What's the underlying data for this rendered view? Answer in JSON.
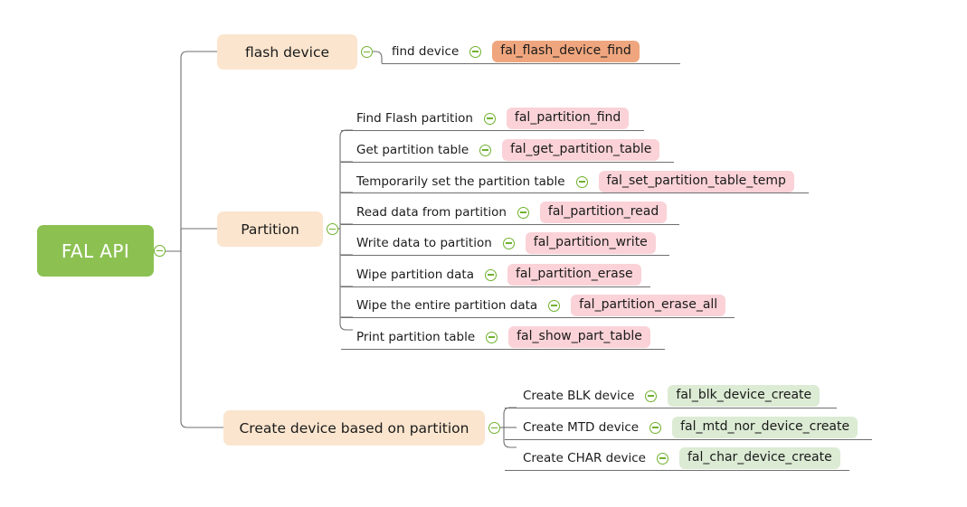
{
  "diagram": {
    "type": "mindmap",
    "title": "FAL API",
    "background": "#ffffff",
    "colors": {
      "root_fill": "#8CC152",
      "root_text": "#ffffff",
      "branch_fill": "#FBE5CE",
      "chip_orange": "#EFA67E",
      "chip_pink": "#FAD2D7",
      "chip_green": "#DCEBD4",
      "connector": "#6f6f6f",
      "collapse_icon": "#6FB12E"
    }
  },
  "root": {
    "label": "FAL API",
    "collapse_icon": "collapse-minus-icon"
  },
  "branches": [
    {
      "label": "flash device",
      "collapse_icon": "collapse-minus-icon",
      "chip_color": "orange",
      "children": [
        {
          "label": "find device",
          "tag": "fal_flash_device_find",
          "collapse_icon": "collapse-minus-icon"
        }
      ]
    },
    {
      "label": "Partition",
      "collapse_icon": "collapse-minus-icon",
      "chip_color": "pink",
      "children": [
        {
          "label": "Find Flash partition",
          "tag": "fal_partition_find",
          "collapse_icon": "collapse-minus-icon"
        },
        {
          "label": "Get partition table",
          "tag": "fal_get_partition_table",
          "collapse_icon": "collapse-minus-icon"
        },
        {
          "label": "Temporarily set the partition table",
          "tag": "fal_set_partition_table_temp",
          "collapse_icon": "collapse-minus-icon"
        },
        {
          "label": "Read data from partition",
          "tag": "fal_partition_read",
          "collapse_icon": "collapse-minus-icon"
        },
        {
          "label": "Write data to partition",
          "tag": "fal_partition_write",
          "collapse_icon": "collapse-minus-icon"
        },
        {
          "label": "Wipe partition data",
          "tag": "fal_partition_erase",
          "collapse_icon": "collapse-minus-icon"
        },
        {
          "label": "Wipe the entire partition data",
          "tag": "fal_partition_erase_all",
          "collapse_icon": "collapse-minus-icon"
        },
        {
          "label": "Print partition table",
          "tag": "fal_show_part_table",
          "collapse_icon": "collapse-minus-icon"
        }
      ]
    },
    {
      "label": "Create device based on partition",
      "collapse_icon": "collapse-minus-icon",
      "chip_color": "green",
      "children": [
        {
          "label": "Create BLK device",
          "tag": "fal_blk_device_create",
          "collapse_icon": "collapse-minus-icon"
        },
        {
          "label": "Create MTD device",
          "tag": "fal_mtd_nor_device_create",
          "collapse_icon": "collapse-minus-icon"
        },
        {
          "label": "Create CHAR device",
          "tag": "fal_char_device_create",
          "collapse_icon": "collapse-minus-icon"
        }
      ]
    }
  ]
}
